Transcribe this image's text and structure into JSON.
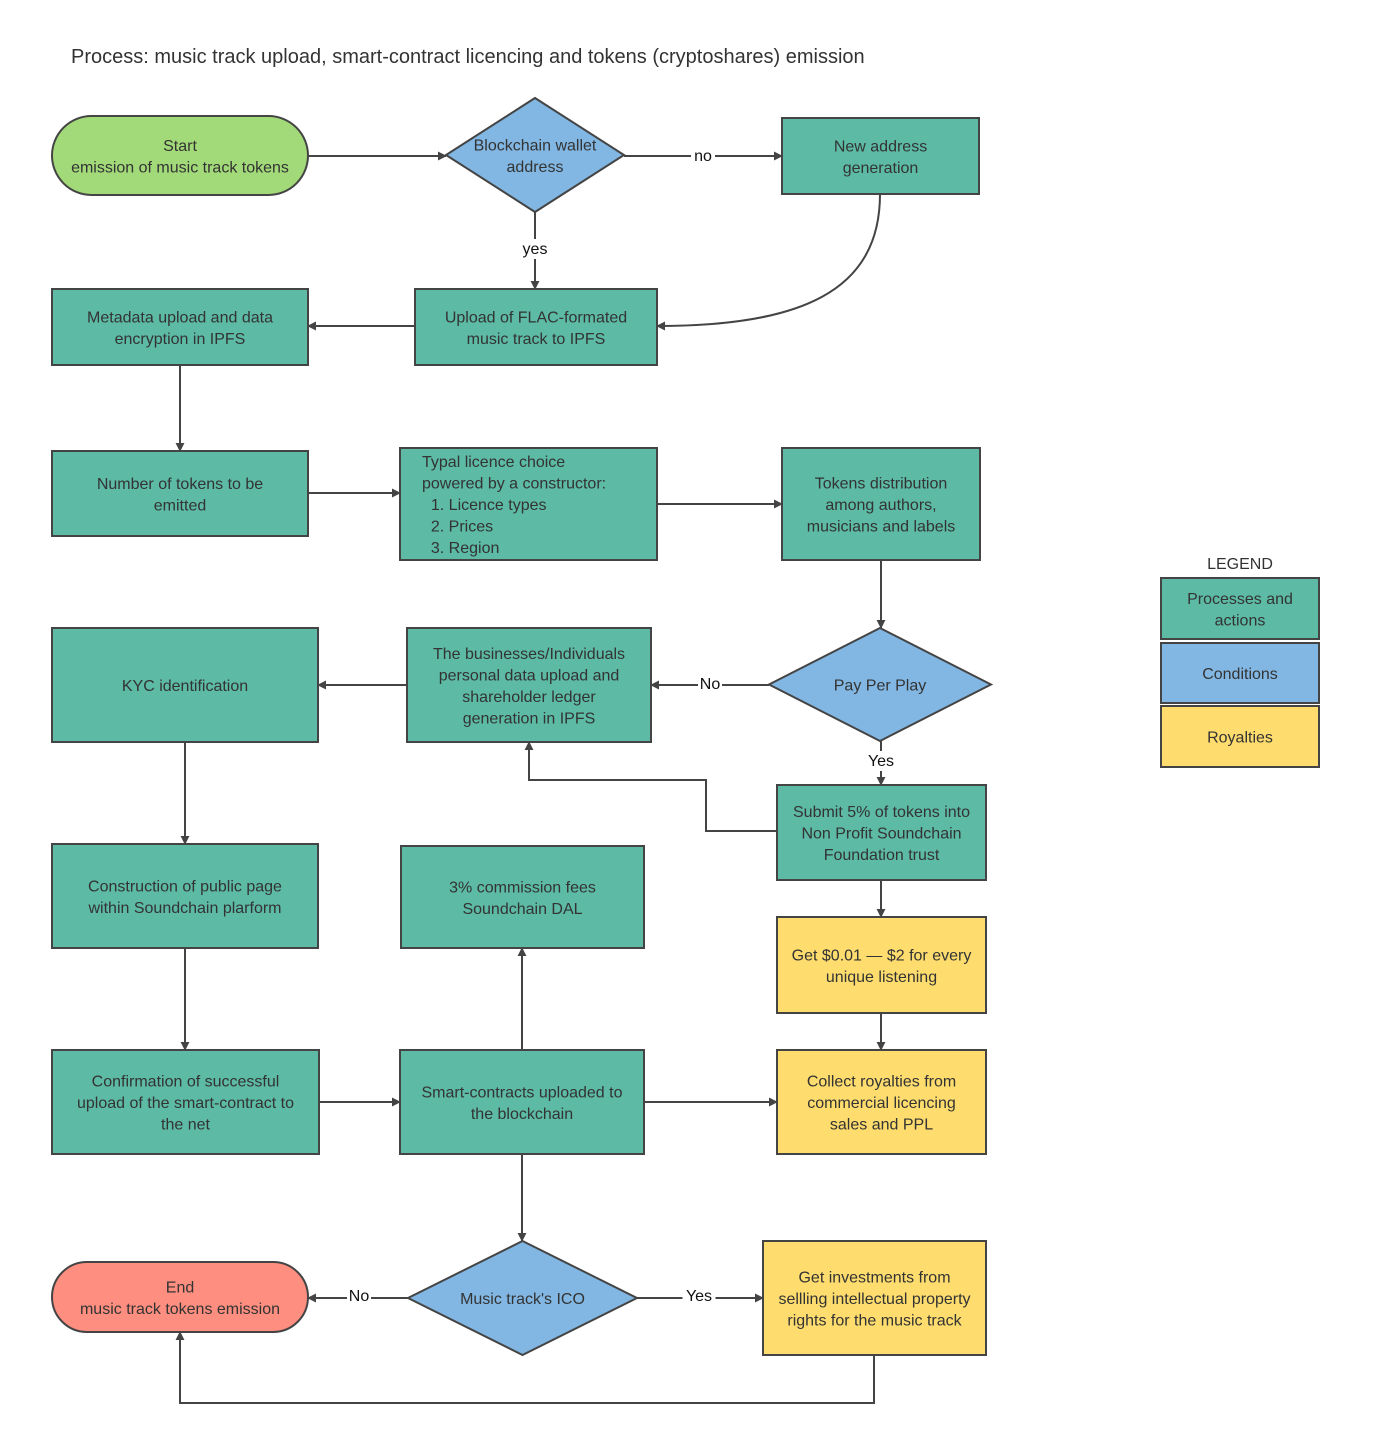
{
  "title": "Process: music track upload, smart-contract licencing and tokens (cryptoshares) emission",
  "colors": {
    "process": "#5cbaa5",
    "condition": "#82b7e3",
    "royalty": "#fedd6e",
    "start": "#a2da79",
    "end": "#fe8e7f",
    "stroke": "#444444"
  },
  "nodes": {
    "start": {
      "lines": [
        "Start",
        "emission of music track tokens"
      ]
    },
    "wallet": {
      "lines": [
        "Blockchain wallet",
        "address"
      ]
    },
    "new_address": {
      "lines": [
        "New address",
        "generation"
      ]
    },
    "metadata": {
      "lines": [
        "Metadata upload and data",
        "encryption in IPFS"
      ]
    },
    "flac": {
      "lines": [
        "Upload of FLAC-formated",
        "music track to IPFS"
      ]
    },
    "tokens_number": {
      "lines": [
        "Number of tokens to be",
        "emitted"
      ]
    },
    "licence": {
      "lines": [
        "Typal licence choice",
        "powered by a constructor:",
        "  1. Licence types",
        "  2. Prices",
        "  3. Region"
      ]
    },
    "distribution": {
      "lines": [
        "Tokens distribution",
        "among authors,",
        "musicians and labels"
      ]
    },
    "kyc": {
      "lines": [
        "KYC identification"
      ]
    },
    "personal_data": {
      "lines": [
        "The businesses/Individuals",
        "personal data upload and",
        "shareholder ledger",
        "generation in IPFS"
      ]
    },
    "ppp": {
      "lines": [
        "Pay Per Play"
      ]
    },
    "submit": {
      "lines": [
        "Submit 5% of tokens into",
        "Non Profit Soundchain",
        "Foundation trust"
      ]
    },
    "public_page": {
      "lines": [
        "Construction of public page",
        "within Soundchain plarform"
      ]
    },
    "commission": {
      "lines": [
        "3% commission fees",
        "Soundchain DAL"
      ]
    },
    "get_per_listen": {
      "lines": [
        "Get $0.01 — $2 for every",
        "unique listening"
      ]
    },
    "confirmation": {
      "lines": [
        "Confirmation of successful",
        "upload of the smart-contract to",
        "the net"
      ]
    },
    "smart_contracts": {
      "lines": [
        "Smart-contracts uploaded to",
        "the blockchain"
      ]
    },
    "collect": {
      "lines": [
        "Collect royalties from",
        "commercial licencing",
        "sales and PPL"
      ]
    },
    "end": {
      "lines": [
        "End",
        "music track tokens emission"
      ]
    },
    "ico": {
      "lines": [
        "Music track's ICO"
      ]
    },
    "investments": {
      "lines": [
        "Get investments from",
        "sellling intellectual property",
        "rights for the music track"
      ]
    }
  },
  "edges": [
    {
      "from": "start",
      "to": "wallet",
      "label": ""
    },
    {
      "from": "wallet",
      "to": "new_address",
      "label": "no"
    },
    {
      "from": "wallet",
      "to": "flac",
      "label": "yes"
    },
    {
      "from": "new_address",
      "to": "flac",
      "label": ""
    },
    {
      "from": "flac",
      "to": "metadata",
      "label": ""
    },
    {
      "from": "metadata",
      "to": "tokens_number",
      "label": ""
    },
    {
      "from": "tokens_number",
      "to": "licence",
      "label": ""
    },
    {
      "from": "licence",
      "to": "distribution",
      "label": ""
    },
    {
      "from": "distribution",
      "to": "ppp",
      "label": ""
    },
    {
      "from": "ppp",
      "to": "personal_data",
      "label": "No"
    },
    {
      "from": "ppp",
      "to": "submit",
      "label": "Yes"
    },
    {
      "from": "submit",
      "to": "personal_data",
      "label": ""
    },
    {
      "from": "personal_data",
      "to": "kyc",
      "label": ""
    },
    {
      "from": "kyc",
      "to": "public_page",
      "label": ""
    },
    {
      "from": "public_page",
      "to": "confirmation",
      "label": ""
    },
    {
      "from": "confirmation",
      "to": "smart_contracts",
      "label": ""
    },
    {
      "from": "smart_contracts",
      "to": "commission",
      "label": ""
    },
    {
      "from": "smart_contracts",
      "to": "collect",
      "label": ""
    },
    {
      "from": "submit",
      "to": "get_per_listen",
      "label": ""
    },
    {
      "from": "get_per_listen",
      "to": "collect",
      "label": ""
    },
    {
      "from": "smart_contracts",
      "to": "ico",
      "label": ""
    },
    {
      "from": "ico",
      "to": "end",
      "label": "No"
    },
    {
      "from": "ico",
      "to": "investments",
      "label": "Yes"
    },
    {
      "from": "investments",
      "to": "end",
      "label": ""
    }
  ],
  "legend": {
    "title": "LEGEND",
    "items": [
      {
        "label_lines": [
          "Processes and",
          "actions"
        ],
        "kind": "process"
      },
      {
        "label_lines": [
          "Conditions"
        ],
        "kind": "condition"
      },
      {
        "label_lines": [
          "Royalties"
        ],
        "kind": "royalty"
      }
    ]
  }
}
